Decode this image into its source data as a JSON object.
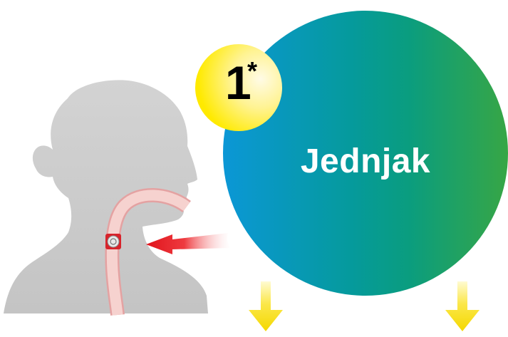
{
  "circle": {
    "title": "Jednjak",
    "gradient": [
      "#0b97d6",
      "#059a9c",
      "#37a645"
    ]
  },
  "badge": {
    "number": "1",
    "mark": "*",
    "color": "#ffea00"
  },
  "illustration": {
    "figure": "head-silhouette-icon",
    "organ": "esophagus-tube-icon",
    "pointer_color": "#e3202a"
  },
  "down_arrows": {
    "icon": "down-arrow-icon",
    "color": "#f6de00",
    "count": 2
  }
}
